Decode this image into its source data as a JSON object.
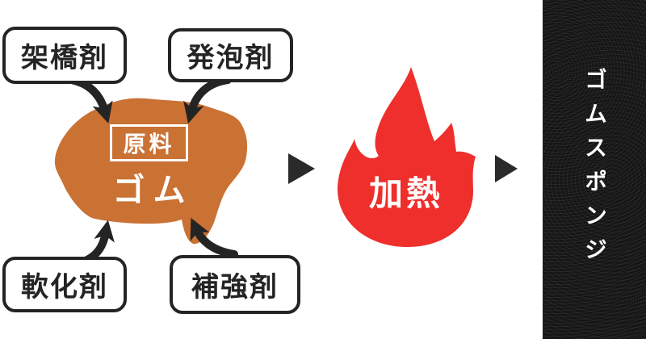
{
  "diagram": {
    "additive_boxes": [
      {
        "label": "架橋剤"
      },
      {
        "label": "発泡剤"
      },
      {
        "label": "軟化剤"
      },
      {
        "label": "補強剤"
      }
    ],
    "material": {
      "badge": "原料",
      "name": "ゴム",
      "blob_color": "#ca7134"
    },
    "process": {
      "label": "加熱",
      "flame_color": "#ee2f2c"
    },
    "result": {
      "label": "ゴムスポンジ",
      "panel_color": "#131313",
      "text_color": "#ffffff"
    },
    "ink_color": "#242424",
    "flow_arrow_color": "#2a2a2a"
  }
}
